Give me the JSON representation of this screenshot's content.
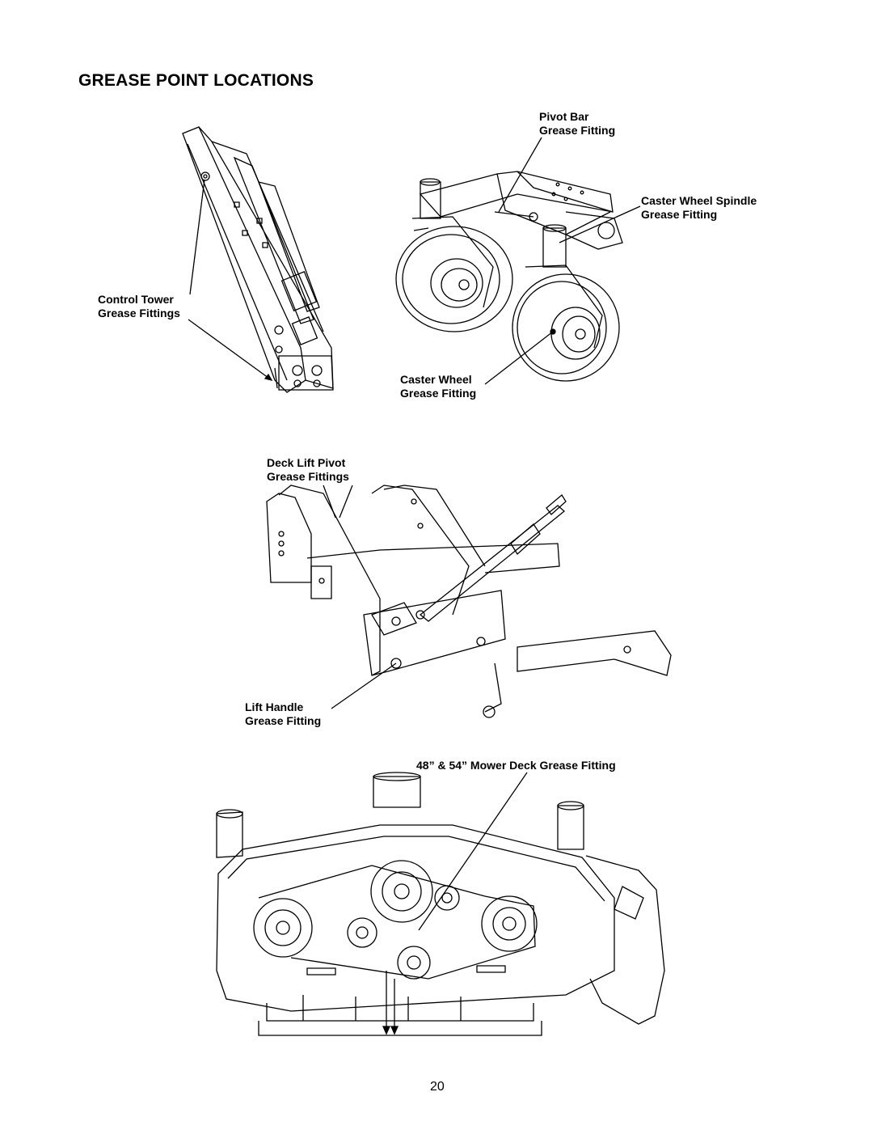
{
  "page": {
    "title": "GREASE POINT LOCATIONS",
    "page_number": "20"
  },
  "labels": {
    "pivot_bar": [
      "Pivot Bar",
      "Grease Fitting"
    ],
    "caster_spindle": [
      "Caster Wheel Spindle",
      "Grease Fitting"
    ],
    "control_tower": [
      "Control Tower",
      "Grease Fittings"
    ],
    "caster_wheel": [
      "Caster Wheel",
      "Grease Fitting"
    ],
    "deck_lift_pivot": [
      "Deck Lift Pivot",
      "Grease Fittings"
    ],
    "lift_handle": [
      "Lift Handle",
      "Grease Fitting"
    ],
    "mower_deck": "48” & 54” Mower Deck Grease Fitting"
  }
}
